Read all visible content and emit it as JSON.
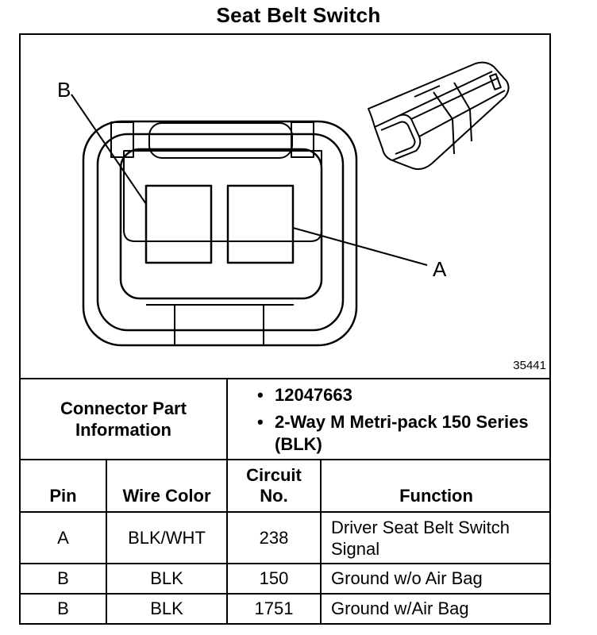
{
  "title": "Seat Belt Switch",
  "figure_number": "35441",
  "callouts": {
    "a": "A",
    "b": "B"
  },
  "connector_info": {
    "label": "Connector Part Information",
    "items": [
      "12047663",
      "2-Way M Metri-pack 150 Series (BLK)"
    ]
  },
  "table": {
    "headers": {
      "pin": "Pin",
      "wire_color": "Wire Color",
      "circuit_no": "Circuit No.",
      "function": "Function"
    },
    "rows": [
      {
        "pin": "A",
        "wire_color": "BLK/WHT",
        "circuit": "238",
        "function": "Driver Seat Belt Switch Signal"
      },
      {
        "pin": "B",
        "wire_color": "BLK",
        "circuit": "150",
        "function": "Ground w/o Air Bag"
      },
      {
        "pin": "B",
        "wire_color": "BLK",
        "circuit": "1751",
        "function": "Ground w/Air Bag"
      }
    ]
  }
}
